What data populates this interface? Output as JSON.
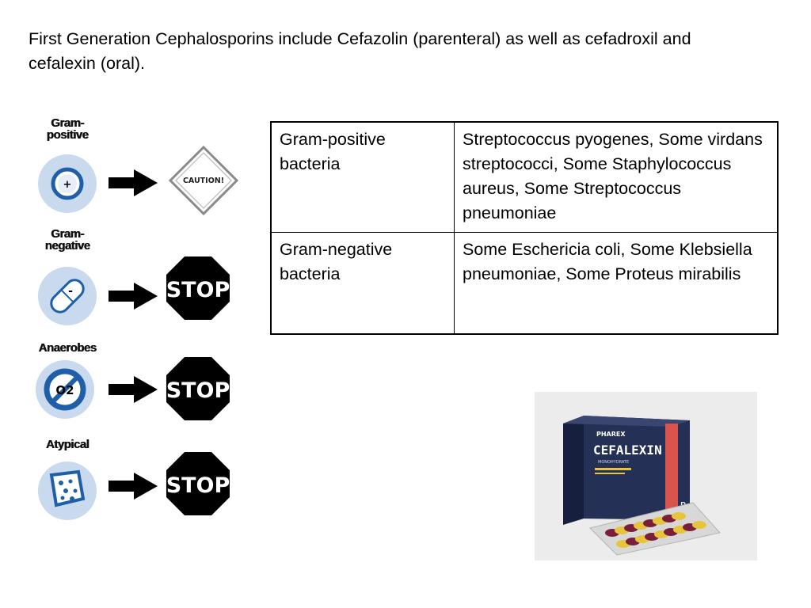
{
  "intro_text": "First Generation Cephalosporins include Cefazolin (parenteral) as well as cefadroxil and cefalexin (oral).",
  "coverage_icons": [
    {
      "label_line1": "Gram-",
      "label_line2": "positive",
      "sign_text": "CAUTION!",
      "symbol": "+"
    },
    {
      "label_line1": "Gram-",
      "label_line2": "negative",
      "sign_text": "STOP",
      "symbol": "-"
    },
    {
      "label_line1": "Anaerobes",
      "label_line2": "",
      "sign_text": "STOP",
      "symbol": "O2"
    },
    {
      "label_line1": "Atypical",
      "label_line2": "",
      "sign_text": "STOP",
      "symbol": ""
    }
  ],
  "table": {
    "rows": [
      {
        "group": "Gram-positive bacteria",
        "organisms": "Streptococcus pyogenes, Some virdans streptococci, Some Staphylococcus aureus, Some Streptococcus pneumoniae"
      },
      {
        "group": "Gram-negative bacteria",
        "organisms": "Some Eschericia coli, Some Klebsiella pneumoniae, Some Proteus mirabilis"
      }
    ]
  },
  "product_photo": {
    "brand": "PHAREX",
    "name": "CEFALEXIN",
    "subtitle": "MONOHYDRATE",
    "rx_symbol": "℞"
  },
  "colors": {
    "icon_blue": "#1f5fa8",
    "icon_light_blue": "#c9d9ee",
    "stop_black": "#000000",
    "box_navy": "#1f2a4e",
    "box_red": "#d9534f"
  }
}
